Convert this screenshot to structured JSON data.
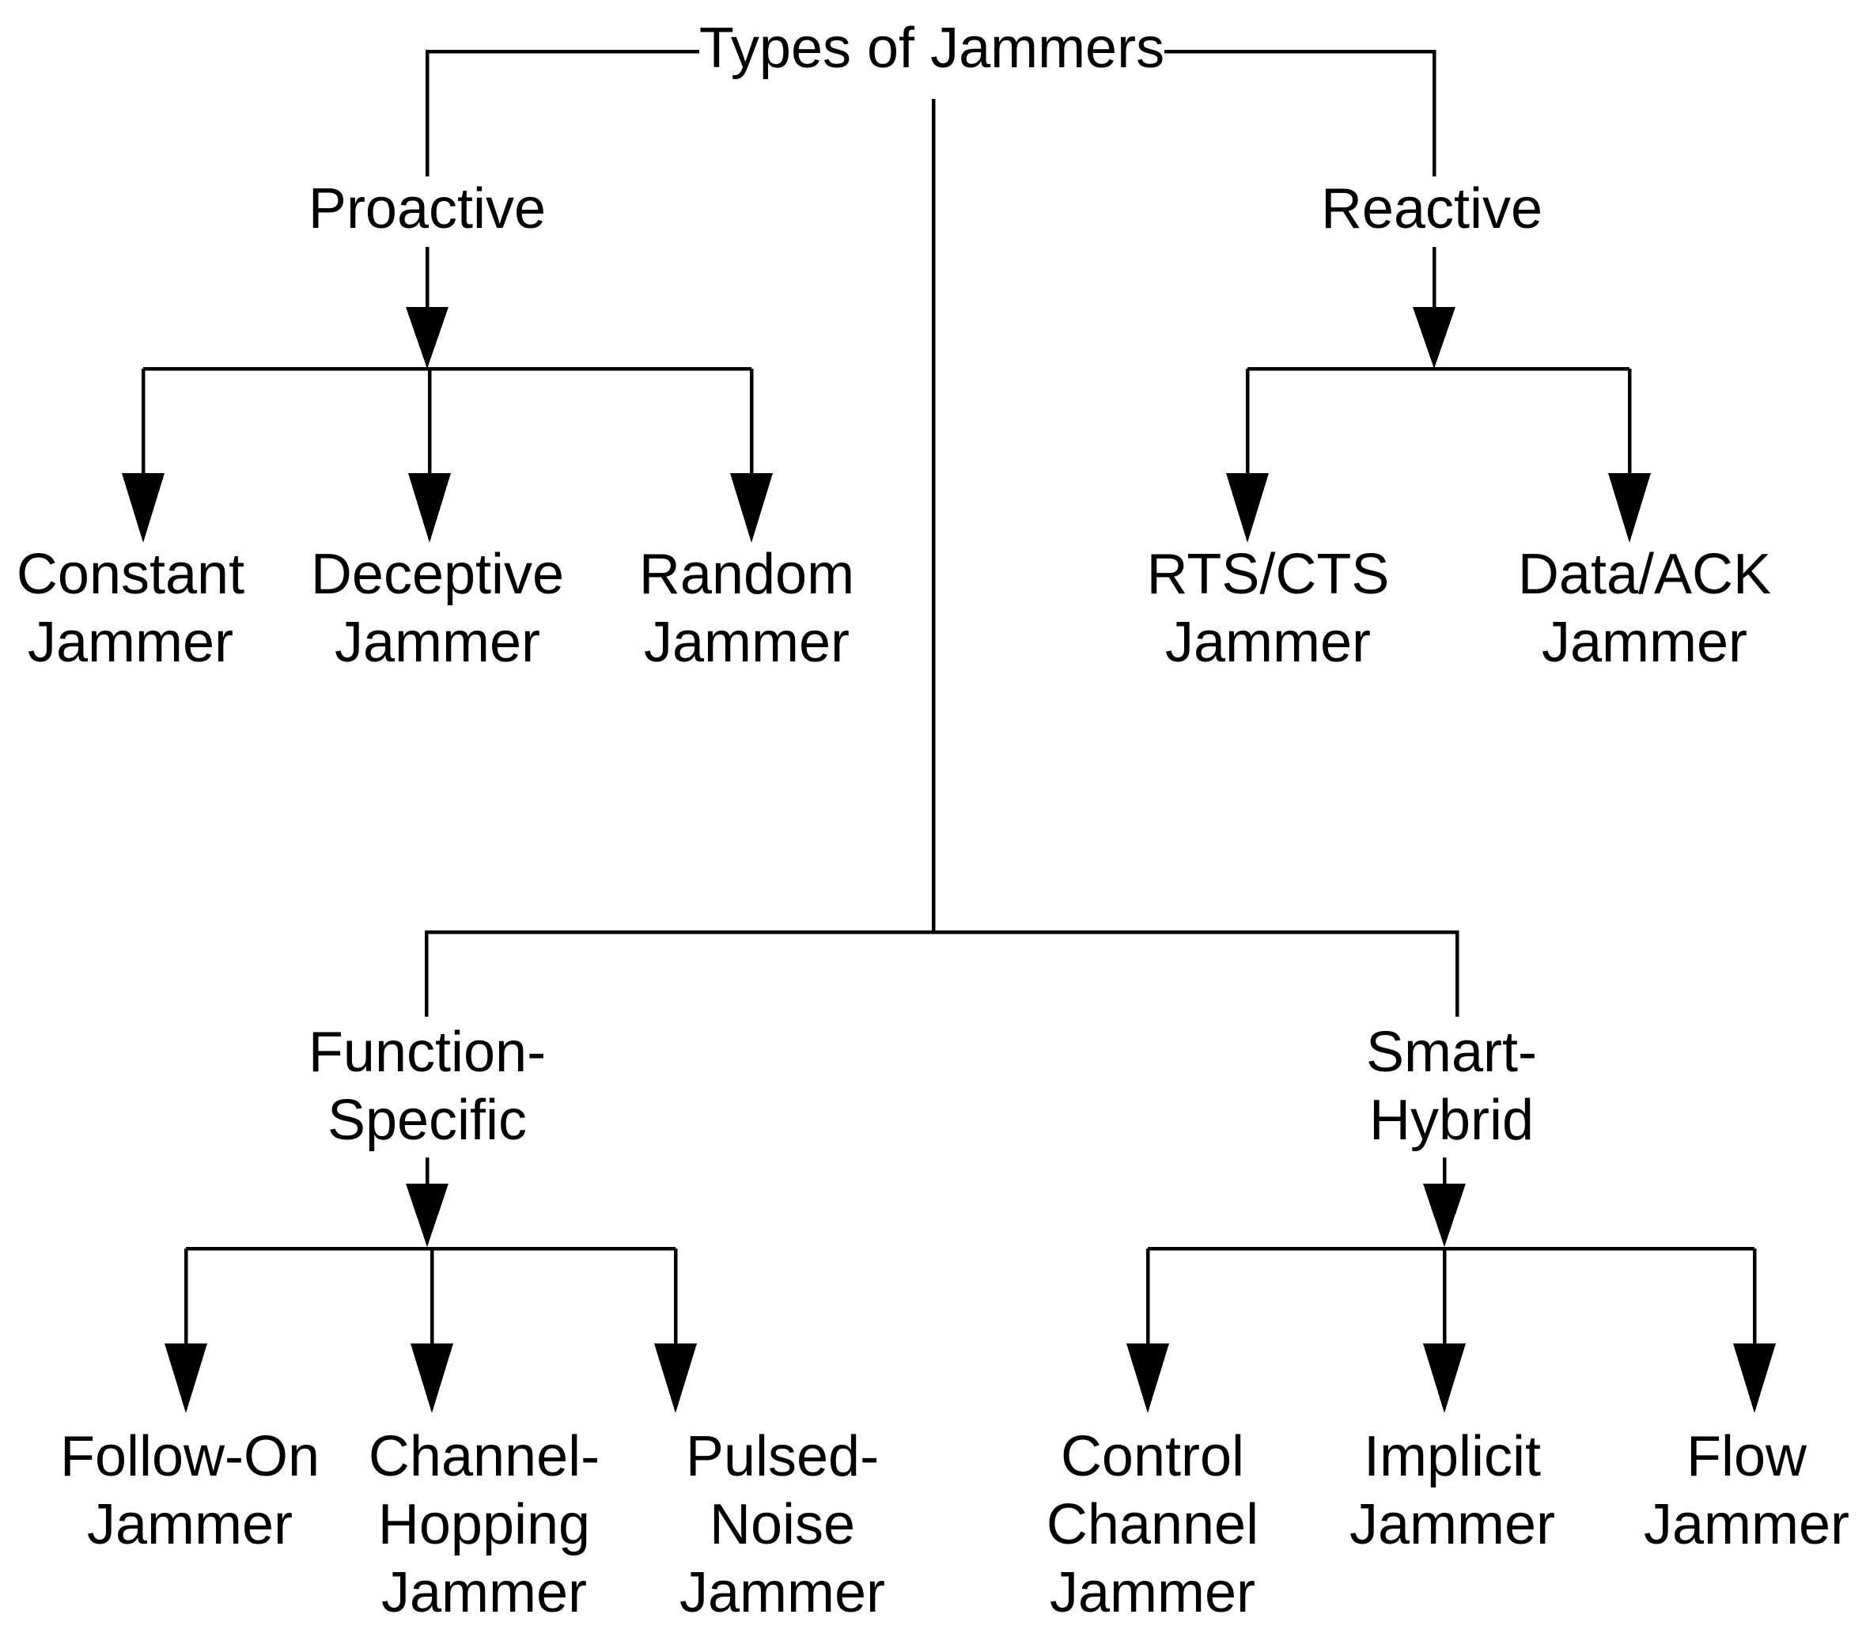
{
  "diagram": {
    "type": "tree",
    "title": "Types of Jammers",
    "colors": {
      "background": "#ffffff",
      "line": "#000000",
      "text": "#000000"
    },
    "branches": [
      {
        "label": "Proactive",
        "children": [
          "Constant Jammer",
          "Deceptive Jammer",
          "Random Jammer"
        ]
      },
      {
        "label": "Reactive",
        "children": [
          "RTS/CTS Jammer",
          "Data/ACK Jammer"
        ]
      },
      {
        "label": "Function-Specific",
        "children": [
          "Follow-On Jammer",
          "Channel-Hopping Jammer",
          "Pulsed-Noise Jammer"
        ]
      },
      {
        "label": "Smart-Hybrid",
        "children": [
          "Control Channel Jammer",
          "Implicit Jammer",
          "Flow Jammer"
        ]
      }
    ]
  },
  "nodes": {
    "title": {
      "line1": "Types of Jammers"
    },
    "proactive": {
      "line1": "Proactive"
    },
    "reactive": {
      "line1": "Reactive"
    },
    "constant_jammer": {
      "line1": "Constant",
      "line2": "Jammer"
    },
    "deceptive_jammer": {
      "line1": "Deceptive",
      "line2": "Jammer"
    },
    "random_jammer": {
      "line1": "Random",
      "line2": "Jammer"
    },
    "rts_cts_jammer": {
      "line1": "RTS/CTS",
      "line2": "Jammer"
    },
    "data_ack_jammer": {
      "line1": "Data/ACK",
      "line2": "Jammer"
    },
    "function_specific": {
      "line1": "Function-",
      "line2": "Specific"
    },
    "smart_hybrid": {
      "line1": "Smart-",
      "line2": "Hybrid"
    },
    "follow_on_jammer": {
      "line1": "Follow-On",
      "line2": "Jammer"
    },
    "channel_hopping_jammer": {
      "line1": "Channel-",
      "line2": "Hopping",
      "line3": "Jammer"
    },
    "pulsed_noise_jammer": {
      "line1": "Pulsed-",
      "line2": "Noise",
      "line3": "Jammer"
    },
    "control_channel_jammer": {
      "line1": "Control",
      "line2": "Channel",
      "line3": "Jammer"
    },
    "implicit_jammer": {
      "line1": "Implicit",
      "line2": "Jammer"
    },
    "flow_jammer": {
      "line1": "Flow",
      "line2": "Jammer"
    }
  }
}
